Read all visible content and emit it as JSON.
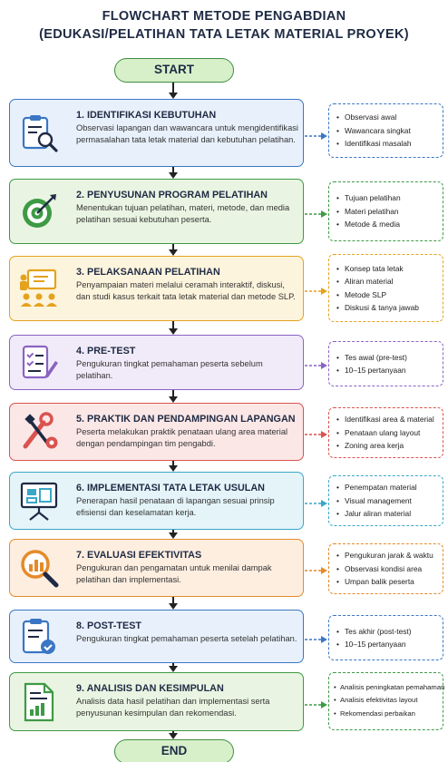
{
  "title": {
    "line1": "FLOWCHART METODE PENGABDIAN",
    "line2": "(EDUKASI/PELATIHAN TATA LETAK MATERIAL PROYEK)"
  },
  "start_label": "START",
  "end_label": "END",
  "steps": [
    {
      "title": "1. IDENTIFIKASI KEBUTUHAN",
      "desc": "Observasi lapangan dan wawancara untuk mengidentifikasi permasalahan tata letak material dan kebutuhan pelatihan.",
      "icon": "clipboard-magnifier-icon",
      "color": "#3b76c4",
      "bg": "#e8f1fb",
      "side_items": [
        "Observasi awal",
        "Wawancara singkat",
        "Identifikasi masalah"
      ]
    },
    {
      "title": "2. PENYUSUNAN PROGRAM PELATIHAN",
      "desc": "Menentukan tujuan pelatihan, materi, metode, dan media pelatihan sesuai kebutuhan peserta.",
      "icon": "target-icon",
      "color": "#3e9a45",
      "bg": "#e9f5e2",
      "side_items": [
        "Tujuan pelatihan",
        "Materi pelatihan",
        "Metode & media"
      ]
    },
    {
      "title": "3. PELAKSANAAN PELATIHAN",
      "desc": "Penyampaian materi melalui ceramah interaktif, diskusi, dan studi kasus terkait tata letak material dan metode SLP.",
      "icon": "presentation-audience-icon",
      "color": "#e4a21d",
      "bg": "#fdf4dd",
      "side_items": [
        "Konsep tata letak",
        "Aliran material",
        "Metode SLP",
        "Diskusi & tanya jawab"
      ]
    },
    {
      "title": "4. PRE-TEST",
      "desc": "Pengukuran tingkat pemahaman peserta sebelum pelatihan.",
      "icon": "checklist-pencil-icon",
      "color": "#8a63c2",
      "bg": "#f1ebf9",
      "side_items": [
        "Tes awal (pre-test)",
        "10–15 pertanyaan"
      ]
    },
    {
      "title": "5. PRAKTIK DAN PENDAMPINGAN LAPANGAN",
      "desc": "Peserta melakukan praktik penataan ulang area material dengan pendampingan tim pengabdi.",
      "icon": "tools-gear-icon",
      "color": "#d9534f",
      "bg": "#fbe7e6",
      "side_items": [
        "Identifikasi area & material",
        "Penataan ulang layout",
        "Zoning area kerja"
      ]
    },
    {
      "title": "6. IMPLEMENTASI TATA LETAK USULAN",
      "desc": "Penerapan hasil penataan di lapangan sesuai prinsip efisiensi dan keselamatan kerja.",
      "icon": "layout-board-icon",
      "color": "#3aa7c9",
      "bg": "#e4f4f9",
      "side_items": [
        "Penempatan material",
        "Visual management",
        "Jalur aliran material"
      ]
    },
    {
      "title": "7. EVALUASI EFEKTIVITAS",
      "desc": "Pengukuran dan pengamatan untuk menilai dampak pelatihan dan implementasi.",
      "icon": "chart-magnifier-icon",
      "color": "#e58a2a",
      "bg": "#fdeee0",
      "side_items": [
        "Pengukuran jarak & waktu",
        "Observasi kondisi area",
        "Umpan balik peserta"
      ]
    },
    {
      "title": "8. POST-TEST",
      "desc": "Pengukuran tingkat pemahaman peserta setelah pelatihan.",
      "icon": "clipboard-check-icon",
      "color": "#3b76c4",
      "bg": "#e8f1fb",
      "side_items": [
        "Tes akhir (post-test)",
        "10–15 pertanyaan"
      ]
    },
    {
      "title": "9. ANALISIS DAN KESIMPULAN",
      "desc": "Analisis data hasil pelatihan dan implementasi serta penyusunan kesimpulan dan rekomendasi.",
      "icon": "report-chart-icon",
      "color": "#3e9a45",
      "bg": "#e9f5e2",
      "side_items": [
        "Analisis peningkatan pemahaman",
        "Analisis efektivitas layout",
        "Rekomendasi perbaikan"
      ]
    }
  ]
}
